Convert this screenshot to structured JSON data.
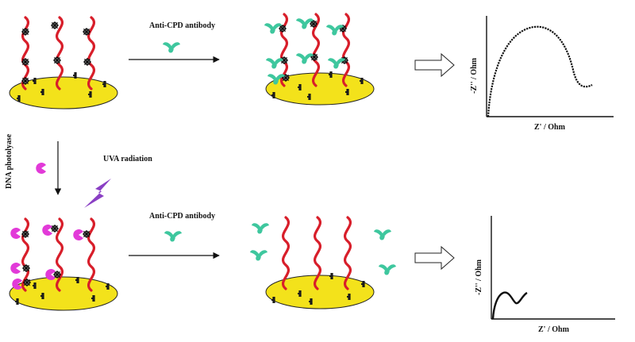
{
  "labels": {
    "anti_cpd_top": "Anti-CPD antibody",
    "anti_cpd_bottom": "Anti-CPD antibody",
    "dna_photolyase": "DNA photolyase",
    "uva_radiation": "UVA radiation"
  },
  "plot_top": {
    "ylabel": "-Z'' / Ohm",
    "xlabel": "Z' / Ohm"
  },
  "plot_bottom": {
    "ylabel": "-Z'' / Ohm",
    "xlabel": "Z' / Ohm"
  },
  "colors": {
    "gold": "#f3e21b",
    "dna": "#d81e2a",
    "antibody": "#3ec79e",
    "photolyase": "#e23ad8",
    "lightning": "#8a3fc4",
    "blocker": "#1a1a1a"
  }
}
